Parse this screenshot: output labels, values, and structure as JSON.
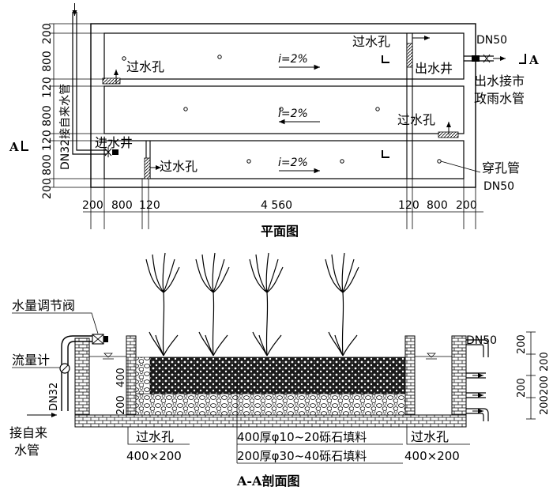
{
  "plan": {
    "title": "平面图",
    "section_mark": "A",
    "dims_left": [
      "200",
      "800",
      "120",
      "800",
      "120",
      "800",
      "200"
    ],
    "dims_bottom": [
      "200",
      "800",
      "120",
      "4 560",
      "120",
      "800",
      "200"
    ],
    "slope": "i=2%",
    "labels": {
      "hole1": "过水孔",
      "hole2": "过水孔",
      "hole3": "过水孔",
      "hole4": "过水孔",
      "outlet_well": "出水井",
      "inlet_well": "进水井",
      "pipe_dn50": "DN50",
      "outlet_connect_1": "出水接市",
      "outlet_connect_2": "政雨水管",
      "perforated_1": "穿孔管",
      "perforated_2": "DN50",
      "inlet_pipe": "DN32接自来水管"
    }
  },
  "section": {
    "title": "A-A剖面图",
    "labels": {
      "valve": "水量调节阀",
      "flowmeter": "流量计",
      "dn32": "DN32",
      "tap_1": "接自来",
      "tap_2": "水管",
      "hole_left": "过水孔",
      "hole_left_size": "400×200",
      "hole_right": "过水孔",
      "hole_right_size": "400×200",
      "gravel_top": "400厚φ10~20砾石填料",
      "gravel_bottom": "200厚φ30~40砾石填料",
      "dn50": "DN50",
      "dim_400": "400",
      "dim_200": "200"
    },
    "right_dims": [
      "200",
      "200",
      "200",
      "200",
      "200"
    ]
  }
}
